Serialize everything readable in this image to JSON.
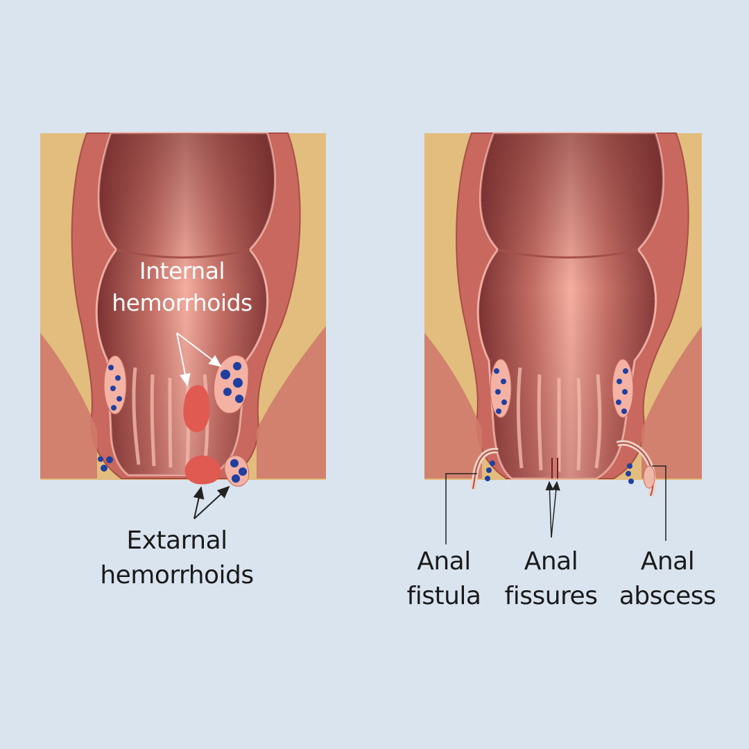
{
  "colors": {
    "background": "#d9e4ef",
    "tissue": "#e2bd7e",
    "muscle": "#c9685e",
    "lumen_dark": "#8a3a3a",
    "lumen_light": "#f2a89c",
    "vein": "#1f3fa0",
    "hemorrhoid": "#e05a52"
  },
  "icons": {
    "vein_cluster": "vein-cluster-icon",
    "hemorrhoid_mass": "hemorrhoid-blob-icon"
  },
  "left_panel": {
    "internal_label": [
      "Internal",
      "hemorrhoids"
    ],
    "external_label": [
      "Extarnal",
      "hemorrhoids"
    ]
  },
  "right_panel": {
    "fistula_label": [
      "Anal",
      "fistula"
    ],
    "fissures_label": [
      "Anal",
      "fissures"
    ],
    "abscess_label": [
      "Anal",
      "abscess"
    ]
  }
}
